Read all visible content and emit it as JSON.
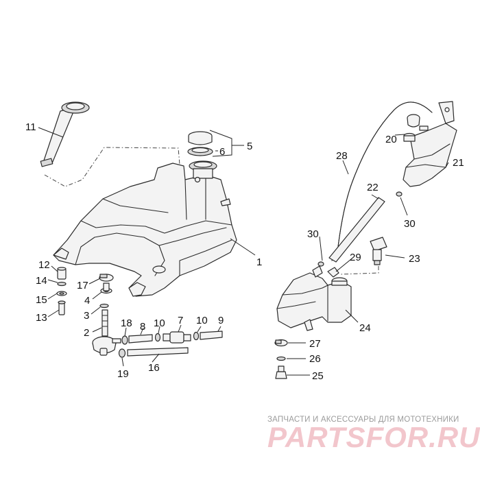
{
  "callouts": {
    "c1": "1",
    "c2": "2",
    "c3": "3",
    "c4": "4",
    "c5": "5",
    "c6": "6",
    "c7": "7",
    "c8": "8",
    "c9": "9",
    "c10a": "10",
    "c10b": "10",
    "c11": "11",
    "c12": "12",
    "c13": "13",
    "c14": "14",
    "c15": "15",
    "c16": "16",
    "c17": "17",
    "c18": "18",
    "c19": "19",
    "c20": "20",
    "c21": "21",
    "c22": "22",
    "c23": "23",
    "c24": "24",
    "c25": "25",
    "c26": "26",
    "c27": "27",
    "c28": "28",
    "c29": "29",
    "c30a": "30",
    "c30b": "30"
  },
  "watermark": {
    "subtitle": "ЗАПЧАСТИ И АКСЕССУАРЫ ДЛЯ МОТОТЕХНИКИ",
    "logo": "PARTSFOR.RU"
  },
  "colors": {
    "line": "#2a2a2a",
    "fill": "#f3f3f3",
    "watermark_logo": "#f2c6cc",
    "watermark_text": "#9b9b9b"
  }
}
